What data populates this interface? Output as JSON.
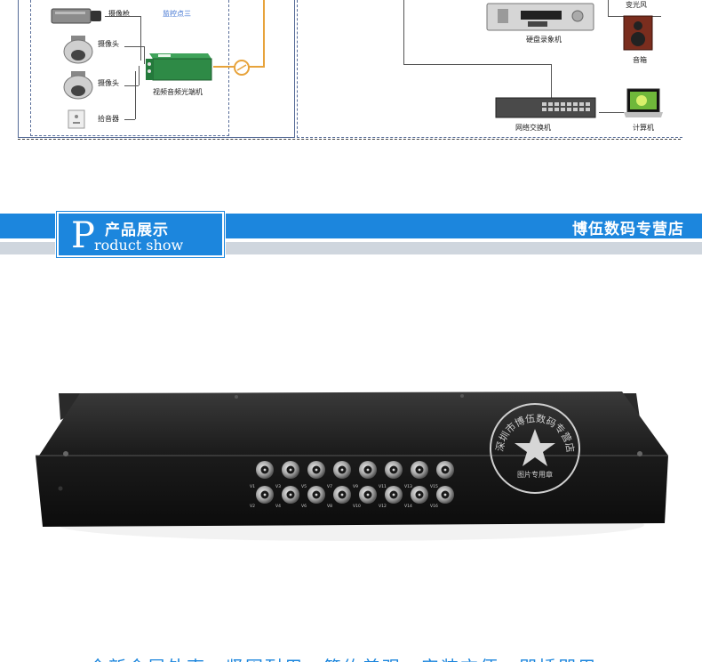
{
  "diagram": {
    "left_labels": {
      "gun_camera": "摄像枪",
      "monitor_point": "监控点三",
      "dome_camera_1": "摄像头",
      "dome_camera_2": "摄像头",
      "optical_transmitter": "视频音频光端机",
      "pickup": "拾音器"
    },
    "right_labels": {
      "dvr": "硬盘录象机",
      "speaker": "音箱",
      "switch": "网络交换机",
      "computer": "计算机"
    }
  },
  "banner": {
    "big_letter": "P",
    "title_cn": "产品展示",
    "title_en": "roduct show",
    "store_name": "博伍数码专营店"
  },
  "product": {
    "port_labels_top": [
      "V1",
      "V3",
      "V5",
      "V7",
      "V9",
      "V11",
      "V13",
      "V15"
    ],
    "port_labels_bottom": [
      "V2",
      "V4",
      "V6",
      "V8",
      "V10",
      "V12",
      "V14",
      "V16"
    ]
  },
  "watermark": {
    "ring_text": "深圳市博伍数码专营店",
    "bottom_text": "图片专用章"
  },
  "caption": {
    "text": "全新金属外壳，坚固耐用，简约美观，安装方便，即插即用"
  },
  "colors": {
    "banner_blue": "#1c86dd",
    "banner_gray": "#cfd6de",
    "fiber_orange": "#e7a33b"
  }
}
